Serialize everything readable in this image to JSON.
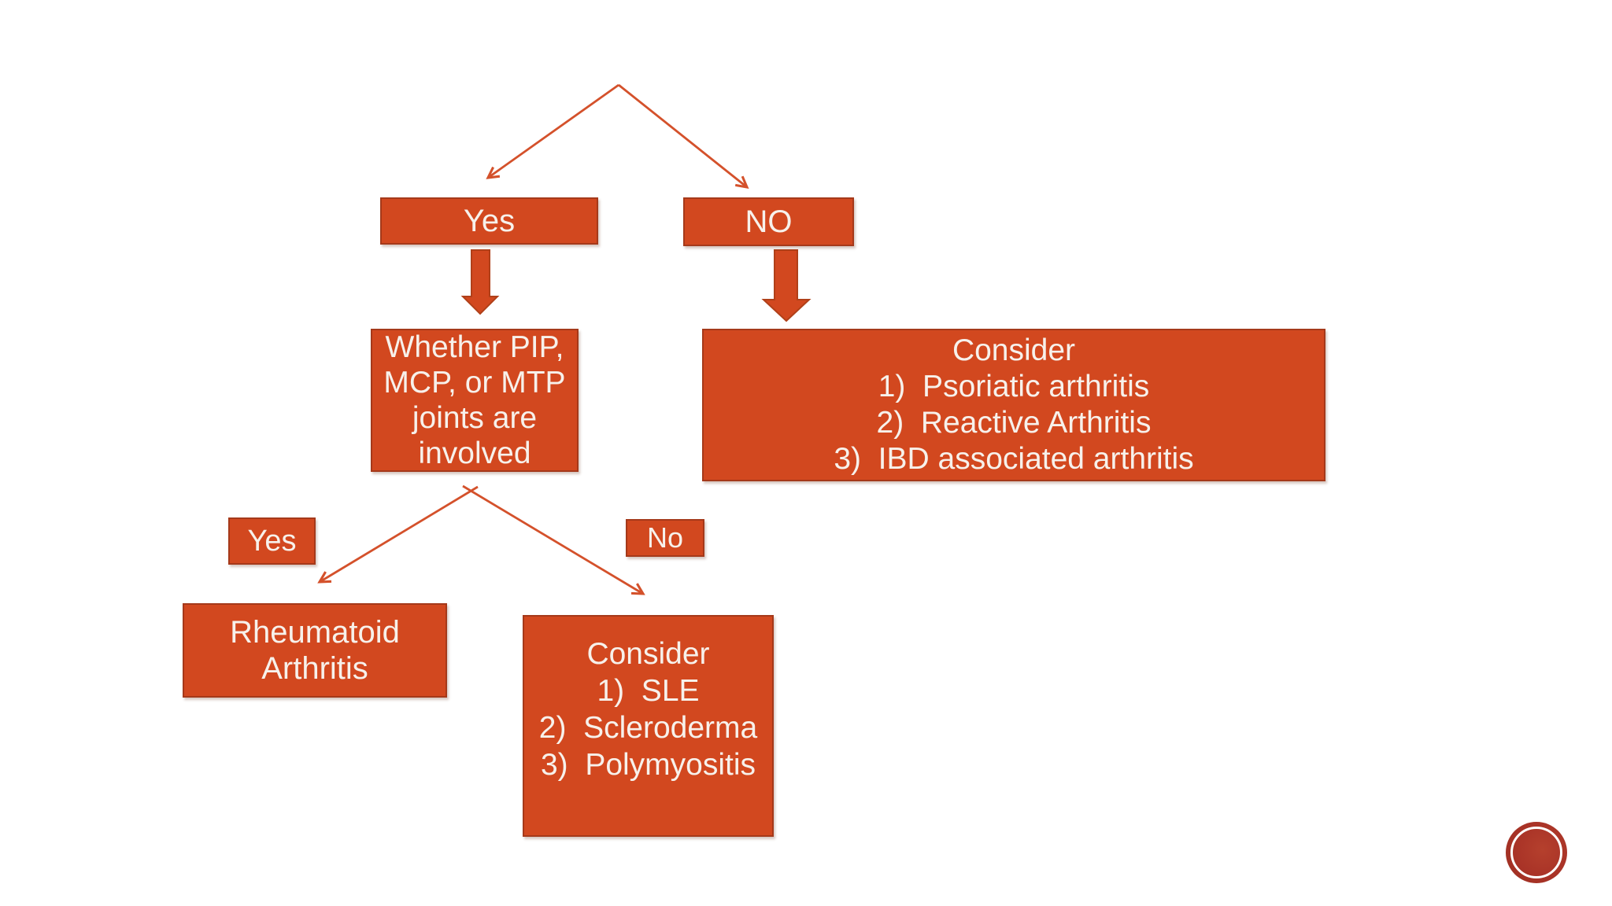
{
  "colors": {
    "page_bg": "#ffffff",
    "box_fill": "#D2481F",
    "box_border": "#A5391A",
    "arrow": "#D4512B",
    "arrow_outline": "#B04019",
    "text": "#F7F1EB",
    "stamp_fill": "#A93327",
    "stamp_light": "#B5402D",
    "stamp_dark": "#992D20"
  },
  "flowchart": {
    "top_branch": {
      "yes_label": "Yes",
      "no_label": "NO"
    },
    "question": {
      "lines": [
        "Whether PIP,",
        "MCP, or MTP",
        "joints are",
        "involved"
      ]
    },
    "consider_seronegative": {
      "title": "Consider",
      "items": [
        "1)  Psoriatic arthritis",
        "2)  Reactive Arthritis",
        "3)  IBD associated arthritis"
      ]
    },
    "lower_branch": {
      "yes_label": "Yes",
      "no_label": "No"
    },
    "rheumatoid": {
      "lines": [
        "Rheumatoid",
        "Arthritis"
      ]
    },
    "consider_ctd": {
      "title": "Consider",
      "items": [
        "1)  SLE",
        "2)  Scleroderma",
        "3)  Polymyositis"
      ]
    }
  }
}
